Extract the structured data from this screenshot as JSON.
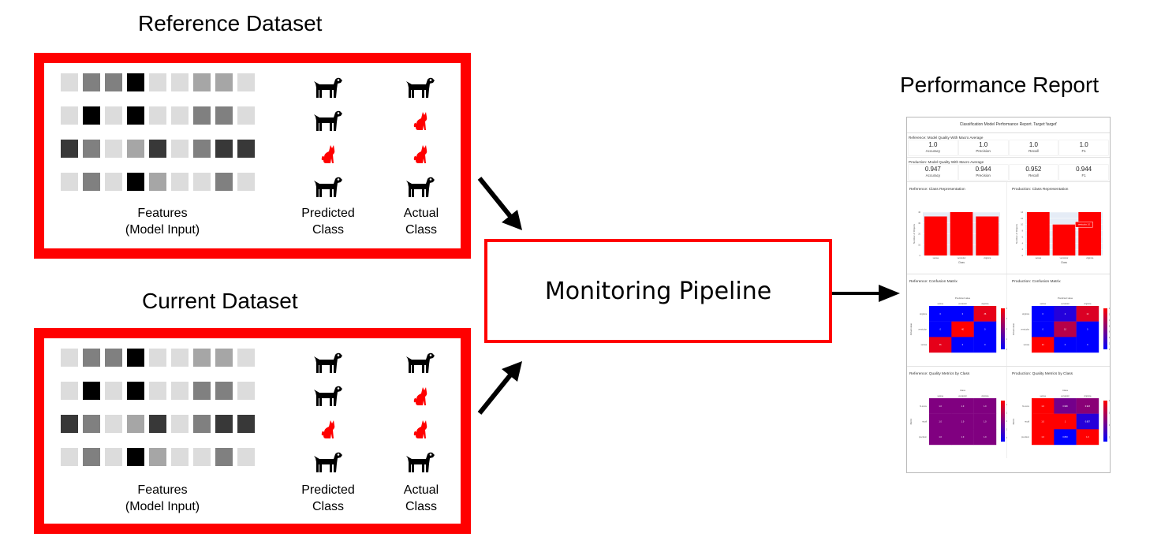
{
  "reference": {
    "heading": "Reference Dataset",
    "features_label_line1": "Features",
    "features_label_line2": "(Model Input)",
    "predicted_label_line1": "Predicted",
    "predicted_label_line2": "Class",
    "actual_label_line1": "Actual",
    "actual_label_line2": "Class",
    "feature_rows": [
      [
        "light",
        "mid",
        "mid",
        "black",
        "light",
        "light",
        "lightmid",
        "lightmid",
        "light"
      ],
      [
        "light",
        "black",
        "light",
        "black",
        "light",
        "light",
        "mid",
        "mid",
        "light"
      ],
      [
        "dark",
        "mid",
        "light",
        "lightmid",
        "dark",
        "light",
        "mid",
        "dark",
        "dark"
      ],
      [
        "light",
        "mid",
        "light",
        "black",
        "lightmid",
        "light",
        "light",
        "mid",
        "light"
      ]
    ],
    "predicted": [
      "dog",
      "dog",
      "cat",
      "dog"
    ],
    "actual": [
      "dog",
      "cat",
      "cat",
      "dog"
    ]
  },
  "current": {
    "heading": "Current Dataset",
    "features_label_line1": "Features",
    "features_label_line2": "(Model Input)",
    "predicted_label_line1": "Predicted",
    "predicted_label_line2": "Class",
    "actual_label_line1": "Actual",
    "actual_label_line2": "Class",
    "feature_rows": [
      [
        "light",
        "mid",
        "mid",
        "black",
        "light",
        "light",
        "lightmid",
        "lightmid",
        "light"
      ],
      [
        "light",
        "black",
        "light",
        "black",
        "light",
        "light",
        "mid",
        "mid",
        "light"
      ],
      [
        "dark",
        "mid",
        "light",
        "lightmid",
        "dark",
        "light",
        "mid",
        "dark",
        "dark"
      ],
      [
        "light",
        "mid",
        "light",
        "black",
        "lightmid",
        "light",
        "light",
        "mid",
        "light"
      ]
    ],
    "predicted": [
      "dog",
      "dog",
      "cat",
      "dog"
    ],
    "actual": [
      "dog",
      "cat",
      "cat",
      "dog"
    ]
  },
  "gray_levels": {
    "light": "#dcdcdc",
    "lightmid": "#a6a6a6",
    "mid": "#808080",
    "dark": "#383838",
    "black": "#000000"
  },
  "class_colors": {
    "dog": "#000000",
    "cat": "#ff0000"
  },
  "pipeline": {
    "label": "Monitoring Pipeline"
  },
  "report": {
    "heading": "Performance Report",
    "title": "Classification Model Performance Report. Target:'target'",
    "reference_quality": {
      "title": "Reference: Model Quality With Macro Average",
      "metrics": [
        {
          "name": "Accuracy",
          "value": "1.0"
        },
        {
          "name": "Precision",
          "value": "1.0"
        },
        {
          "name": "Recall",
          "value": "1.0"
        },
        {
          "name": "F1",
          "value": "1.0"
        }
      ]
    },
    "production_quality": {
      "title": "Production: Model Quality With Macro Average",
      "metrics": [
        {
          "name": "Accuracy",
          "value": "0.947"
        },
        {
          "name": "Precision",
          "value": "0.944"
        },
        {
          "name": "Recall",
          "value": "0.952"
        },
        {
          "name": "F1",
          "value": "0.944"
        }
      ]
    },
    "colors": {
      "bar": "#ff0000",
      "plot_bg": "#e5ecf6",
      "low": "#0000ff",
      "high": "#ff0000"
    }
  },
  "chart_data": [
    {
      "type": "bar",
      "title": "Reference: Class Representation",
      "categories": [
        "setosa",
        "versicolor",
        "virginica"
      ],
      "values": [
        36,
        40,
        36
      ],
      "xlabel": "Class",
      "ylabel": "Number of Objects",
      "ylim": [
        0,
        40
      ],
      "yticks": [
        0,
        10,
        20,
        30,
        40
      ]
    },
    {
      "type": "bar",
      "title": "Production: Class Representation",
      "categories": [
        "setosa",
        "versicolor",
        "virginica"
      ],
      "values": [
        14,
        10,
        14
      ],
      "xlabel": "Class",
      "ylabel": "Number of Objects",
      "ylim": [
        0,
        14
      ],
      "yticks": [
        0,
        2,
        4,
        6,
        8,
        10,
        12,
        14
      ],
      "tooltip": "versicolor, 10"
    },
    {
      "type": "heatmap",
      "title": "Reference: Confusion Matrix",
      "xlabel": "Predicted value",
      "ylabel": "Actual value",
      "x": [
        "setosa",
        "versicolor",
        "virginica"
      ],
      "y": [
        "virginica",
        "versicolor",
        "setosa"
      ],
      "z": [
        [
          0,
          0,
          36
        ],
        [
          0,
          40,
          0
        ],
        [
          36,
          0,
          0
        ]
      ],
      "colorbar_ticks": [
        0,
        10,
        20,
        30,
        40
      ],
      "zrange": [
        0,
        40
      ]
    },
    {
      "type": "heatmap",
      "title": "Production: Confusion Matrix",
      "xlabel": "Predicted value",
      "ylabel": "Actual value",
      "x": [
        "setosa",
        "versicolor",
        "virginica"
      ],
      "y": [
        "virginica",
        "versicolor",
        "setosa"
      ],
      "z": [
        [
          0,
          2,
          12
        ],
        [
          0,
          10,
          0
        ],
        [
          14,
          0,
          0
        ]
      ],
      "colorbar_ticks": [
        0,
        2,
        4,
        6,
        8,
        10,
        12,
        14
      ],
      "zrange": [
        0,
        14
      ]
    },
    {
      "type": "heatmap",
      "title": "Reference: Quality Metrics by Class",
      "xlabel": "Class",
      "ylabel": "Metric",
      "x": [
        "setosa",
        "versicolor",
        "virginica"
      ],
      "y": [
        "f1-score",
        "recall",
        "precision"
      ],
      "z": [
        [
          1.0,
          1.0,
          1.0
        ],
        [
          1.0,
          1.0,
          1.0
        ],
        [
          1.0,
          1.0,
          1.0
        ]
      ],
      "labels": [
        [
          "1.0",
          "1.0",
          "1.0"
        ],
        [
          "1.0",
          "1.0",
          "1.0"
        ],
        [
          "1.0",
          "1.0",
          "1.0"
        ]
      ],
      "colorbar_ticks": [
        0.6,
        0.8,
        1,
        1.2,
        1.4
      ],
      "zrange": [
        0.5,
        1.5
      ]
    },
    {
      "type": "heatmap",
      "title": "Production: Quality Metrics by Class",
      "xlabel": "Class",
      "ylabel": "Metric",
      "x": [
        "setosa",
        "versicolor",
        "virginica"
      ],
      "y": [
        "f1-score",
        "recall",
        "precision"
      ],
      "z": [
        [
          1.0,
          0.909,
          0.923
        ],
        [
          1.0,
          1.0,
          0.857
        ],
        [
          1.0,
          0.833,
          1.0
        ]
      ],
      "labels": [
        [
          "1.0",
          "0.909",
          "0.923"
        ],
        [
          "1.0",
          "1",
          "0.857"
        ],
        [
          "1.0",
          "0.833",
          "1.0"
        ]
      ],
      "colorbar_ticks": [
        0.85,
        0.9,
        0.95,
        1
      ],
      "zrange": [
        0.833,
        1.0
      ]
    }
  ]
}
